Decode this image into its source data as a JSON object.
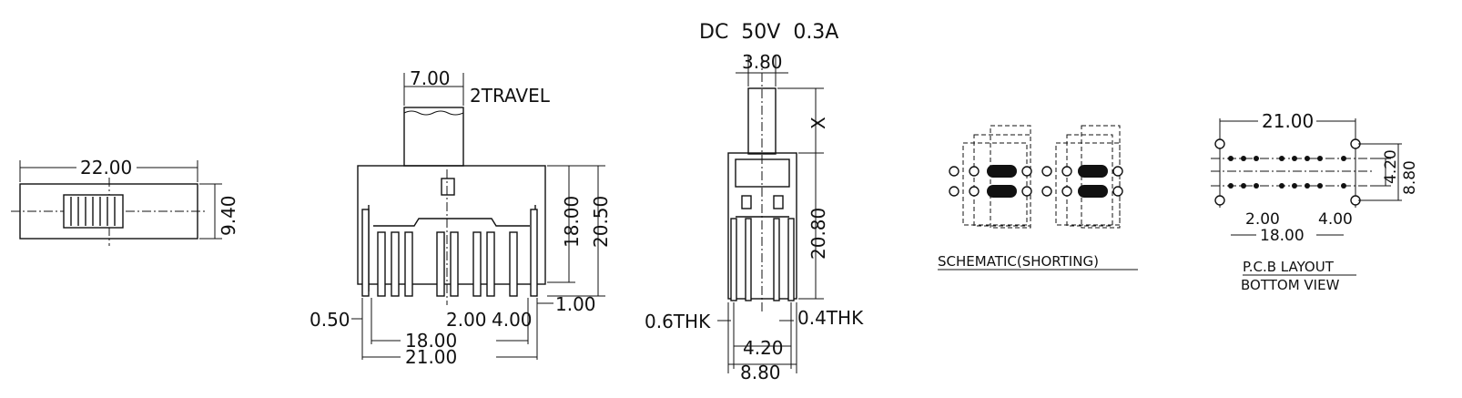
{
  "rating": "DC  50V  0.3A",
  "top_view": {
    "width_dim": "22.00",
    "height_dim": "9.40"
  },
  "front_view": {
    "actuator_dim": "7.00",
    "travel_dim": "2TRAVEL",
    "body_height_dim": "18.00",
    "total_height_dim": "20.50",
    "pin_offset_dim": "0.50",
    "pitch_dim": "2.00",
    "group_gap_dim": "4.00",
    "tab_dim": "1.00",
    "pin_span_dim": "18.00",
    "overall_width_dim": "21.00"
  },
  "side_view": {
    "actuator_width_dim": "3.80",
    "actuator_height_dim": "X",
    "body_height_dim": "20.80",
    "left_thickness_dim": "0.6THK",
    "right_thickness_dim": "0.4THK",
    "pin_row_dim": "4.20",
    "overall_depth_dim": "8.80"
  },
  "schematic": {
    "caption": "SCHEMATIC(SHORTING)"
  },
  "pcb_layout": {
    "caption_line1": "P.C.B LAYOUT",
    "caption_line2": "BOTTOM VIEW",
    "width_dim": "21.00",
    "row_dim": "4.20",
    "depth_dim": "8.80",
    "pitch_dim": "2.00",
    "gap_dim": "4.00",
    "span_dim": "18.00"
  }
}
